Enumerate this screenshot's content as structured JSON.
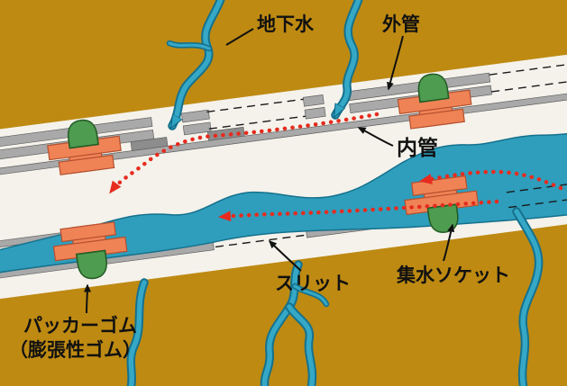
{
  "figure": {
    "labels": {
      "groundwater": "地下水",
      "outer_pipe": "外管",
      "inner_pipe": "内管",
      "slit": "スリット",
      "collecting_socket": "集水ソケット",
      "packer_rubber": "パッカーゴム",
      "packer_rubber_note": "（膨張性ゴム）"
    },
    "colors": {
      "ground_ochre": "#BE8A12",
      "borehole_white": "#F4F2EB",
      "pipe_gray": "#A9A9A9",
      "pipe_gray_dark": "#8D8D8D",
      "water_teal": "#2E9EBC",
      "water_edge": "#15718D",
      "stream_teal": "#35A8C6",
      "socket_orange": "#F08356",
      "packer_green": "#4E9C50",
      "flow_red": "#E62B1E",
      "label_black": "#111111"
    }
  }
}
